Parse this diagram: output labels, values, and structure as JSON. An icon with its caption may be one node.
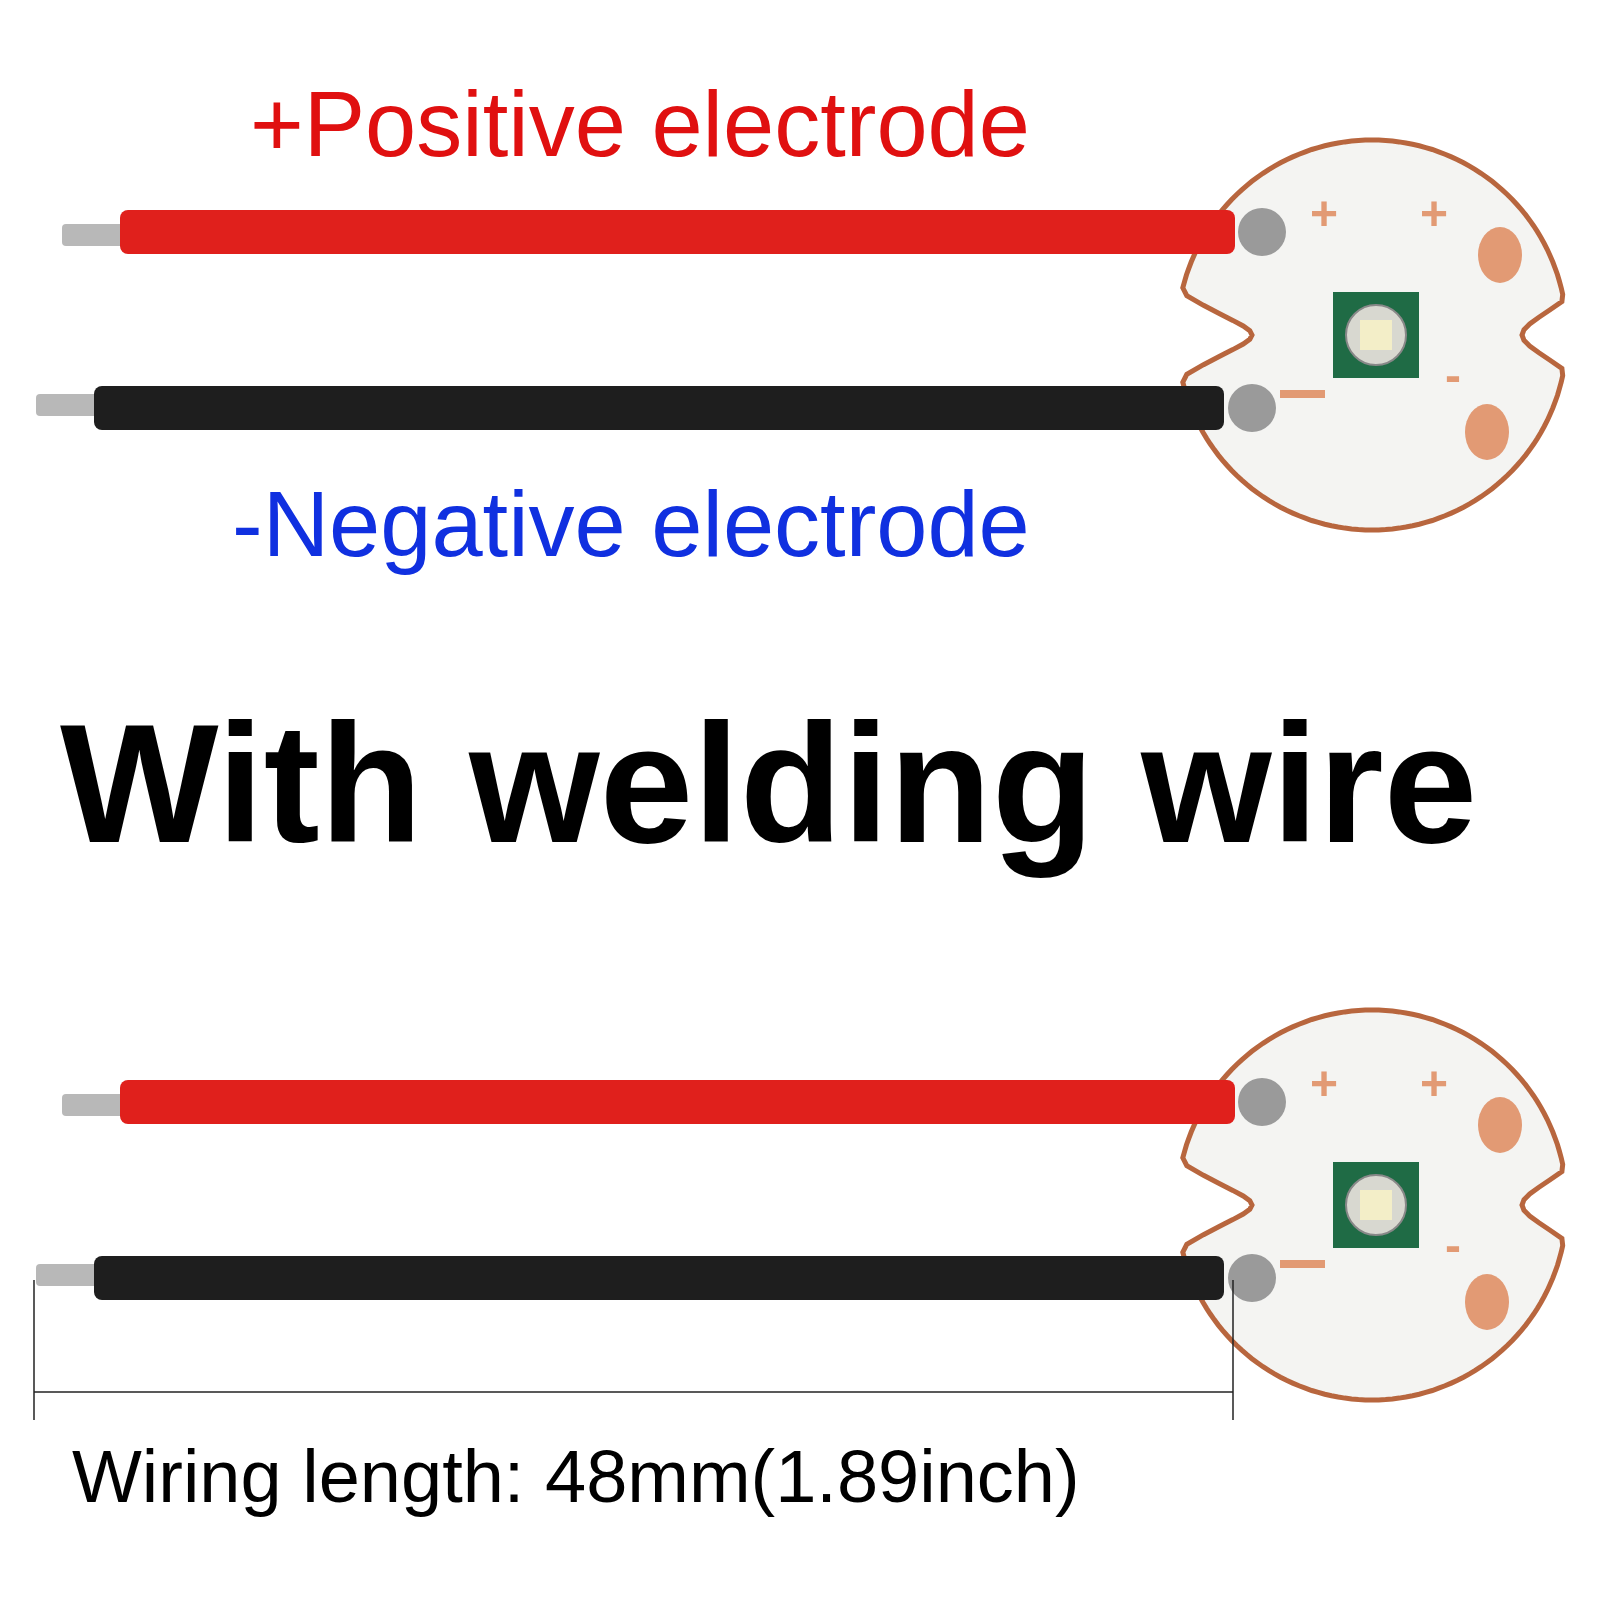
{
  "diagram": {
    "title": "With welding wire",
    "labels": [
      "+Positive electrode",
      "+",
      "+",
      "-",
      "-Negative electrode",
      "+",
      "+",
      "-",
      "Wiring length: 48mm(1.89inch)"
    ]
  }
}
